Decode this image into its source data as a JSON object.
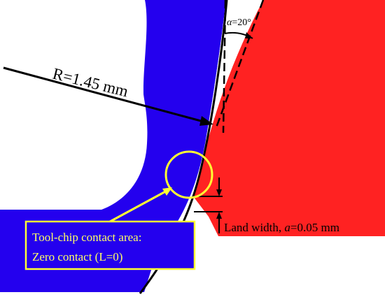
{
  "colors": {
    "workpiece": "#2400ee",
    "tool": "#ff2222",
    "highlight": "#ffff33",
    "line": "#000000",
    "callout_bg": "#2400ee"
  },
  "labels": {
    "radius": "R=1.45 mm",
    "angle_symbol": "α",
    "angle_value": "=20°",
    "land_prefix": "Land width, ",
    "land_symbol": "a",
    "land_value": "=0.05 mm"
  },
  "callout": {
    "line1": "Tool-chip contact area:",
    "line2": "Zero contact (L=0)"
  }
}
